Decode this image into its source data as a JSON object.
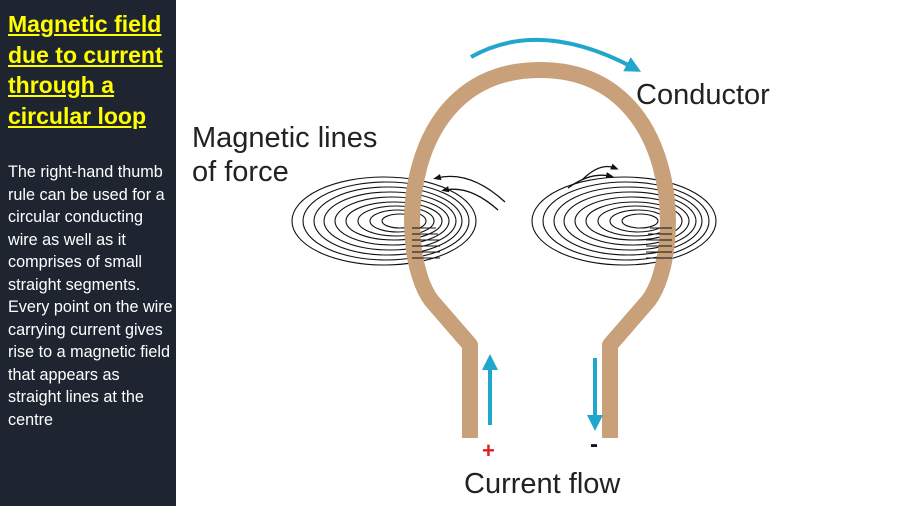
{
  "sidebar": {
    "title": "Magnetic field due to current through a circular loop",
    "body": "The right-hand thumb rule can be used for a circular conducting wire as well as it comprises of small straight segments. Every point on the wire carrying current gives rise to a magnetic field that appears as straight lines at the centre"
  },
  "diagram": {
    "label_conductor": "Conductor",
    "label_magnetic_lines_1": "Magnetic lines",
    "label_magnetic_lines_2": "of force",
    "label_current_flow": "Current flow",
    "plus_sign": "+",
    "minus_sign": "-"
  },
  "colors": {
    "sidebar_bg": "#1e2530",
    "title": "#ffff00",
    "wire": "#c8a07a",
    "arrow": "#22a7cc",
    "plus": "#e02020"
  }
}
